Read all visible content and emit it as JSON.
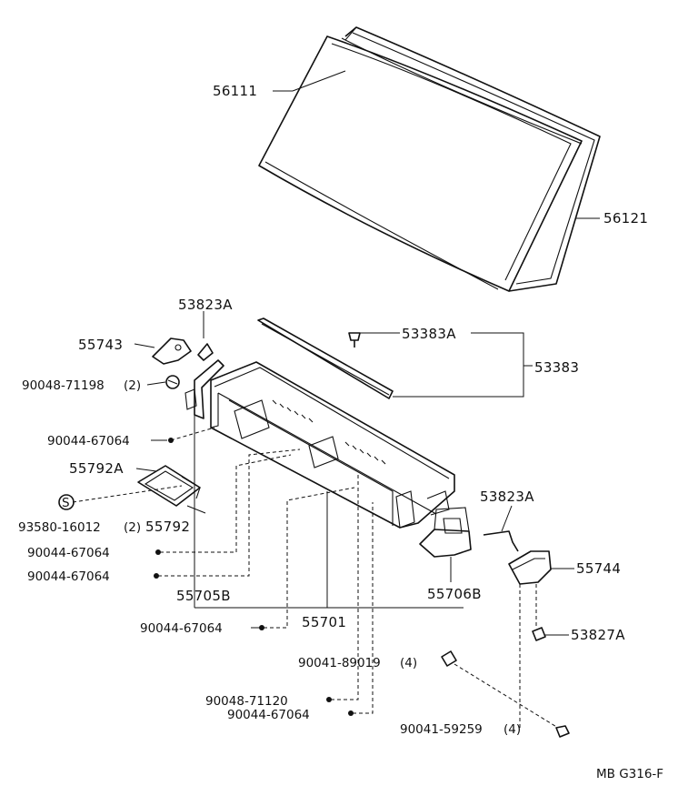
{
  "labels": {
    "windshield_glass": "56111",
    "weatherstrip": "56121",
    "clip_top": "53823A",
    "clip_right": "53823A",
    "fastener_a": "53383A",
    "fastener_group": "53383",
    "hinge_left": "55743",
    "hinge_right": "55744",
    "screw_71198": "90048-71198",
    "qty_71198": "(2)",
    "screw_67064_a": "90044-67064",
    "screw_67064_b": "90044-67064",
    "screw_67064_c": "90044-67064",
    "screw_67064_d": "90044-67064",
    "screw_67064_e": "90044-67064",
    "seal_55792a": "55792A",
    "seal_55792": "55792",
    "s_symbol": "S",
    "sealer_16012": "93580-16012",
    "qty_16012": "(2)",
    "bracket_left": "55705B",
    "bracket_right": "55706B",
    "cowl_panel": "55701",
    "clip_89019": "90041-89019",
    "qty_89019": "(4)",
    "screw_71120": "90048-71120",
    "clip_59259": "90041-59259",
    "qty_59259": "(4)",
    "grommet_53827a": "53827A",
    "drawing_code": "MB G316-F"
  }
}
